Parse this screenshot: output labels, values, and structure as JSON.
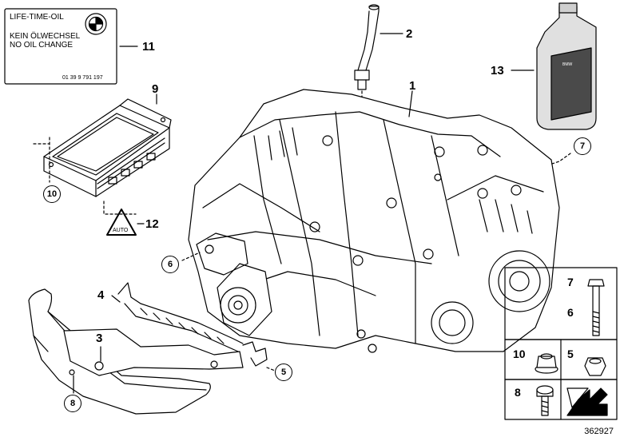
{
  "sticker": {
    "line1": "LIFE-TIME-OIL",
    "line2": "KEIN ÖLWECHSEL",
    "line3": "NO OIL CHANGE",
    "part_code": "01 39 9 791 197"
  },
  "warning_symbol_text": "AUTO",
  "callouts": {
    "c1": "1",
    "c2": "2",
    "c3": "3",
    "c4": "4",
    "c5": "5",
    "c6": "6",
    "c7": "7",
    "c8": "8",
    "c9": "9",
    "c10": "10",
    "c11": "11",
    "c12": "12",
    "c13": "13"
  },
  "hardware_grid": {
    "bolt_refs": [
      "7",
      "6"
    ],
    "nut_left_ref": "10",
    "nut_right_ref": "5",
    "screw_ref": "8"
  },
  "diagram_id": "362927",
  "colors": {
    "line": "#000000",
    "background": "#ffffff",
    "bottle": "#d9d9d9",
    "label_dark": "#555555"
  }
}
